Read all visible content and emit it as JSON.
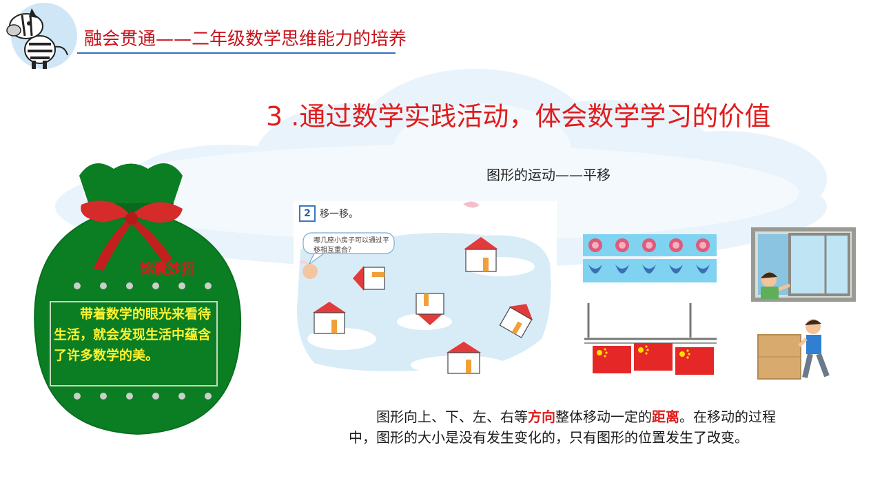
{
  "header": {
    "title": "融会贯通——二年级数学思维能力的培养",
    "mascot_icon": "zebra-icon"
  },
  "section": {
    "title": "3 .通过数学实践活动，体会数学学习的价值"
  },
  "topic": {
    "subtitle": "图形的运动——平移"
  },
  "bag": {
    "label": "锦囊妙招",
    "text": "带着数学的眼光来看待生活，就会发现生活中蕴含了许多数学的美。",
    "icon": "lucky-bag-icon"
  },
  "textbook": {
    "number": "2",
    "label": "移一移。",
    "question": "哪几座小房子可以通过平移相互重合？"
  },
  "description": {
    "part1": "图形向上、下、左、右等",
    "highlight1": "方向",
    "part2": "整体移动一定的",
    "highlight2": "距离",
    "part3": "。在移动的过程中，图形的大小是没有发生变化的，只有图形的位置发生了改变。"
  },
  "colors": {
    "accent_red": "#e01c1c",
    "bag_green": "#0b7d23",
    "highlight_yellow": "#fff230"
  }
}
